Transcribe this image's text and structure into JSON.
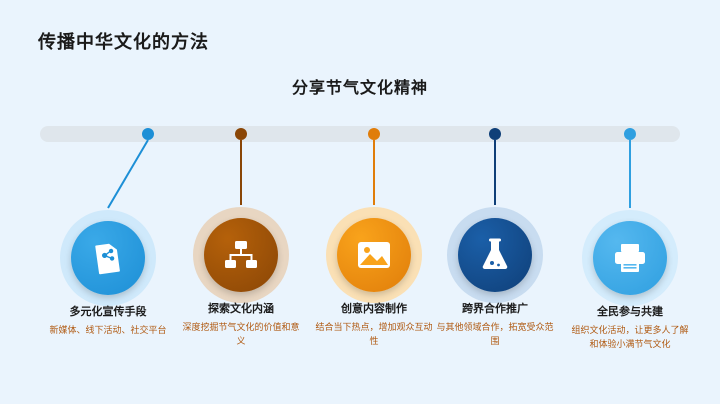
{
  "slide": {
    "title": "传播中华文化的方法",
    "subtitle": "分享节气文化精神",
    "background_color": "#eaf4fd",
    "rail_color": "#dfe6ec"
  },
  "nodes": [
    {
      "label": "多元化宣传手段",
      "desc": "新媒体、线下活动、社交平台",
      "icon": "document-share-icon",
      "color": "#3aa9e8",
      "color_dark": "#1d8fd6",
      "halo": "#cfe9fb"
    },
    {
      "label": "探索文化内涵",
      "desc": "深度挖掘节气文化的价值和意义",
      "icon": "hierarchy-icon",
      "color": "#b5610a",
      "color_dark": "#8a4606",
      "halo": "#e8d6c2"
    },
    {
      "label": "创意内容制作",
      "desc": "结合当下热点，增加观众互动性",
      "icon": "image-icon",
      "color": "#f9a31b",
      "color_dark": "#e07d0a",
      "halo": "#fae0b5"
    },
    {
      "label": "跨界合作推广",
      "desc": "与其他领域合作，拓宽受众范围",
      "icon": "flask-icon",
      "color": "#1b5fa8",
      "color_dark": "#0f3f78",
      "halo": "#c8dcf0"
    },
    {
      "label": "全民参与共建",
      "desc": "组织文化活动，让更多人了解和体验小满节气文化",
      "icon": "printer-icon",
      "color": "#55b8ef",
      "color_dark": "#2f9fe0",
      "halo": "#d4ecfc"
    }
  ]
}
